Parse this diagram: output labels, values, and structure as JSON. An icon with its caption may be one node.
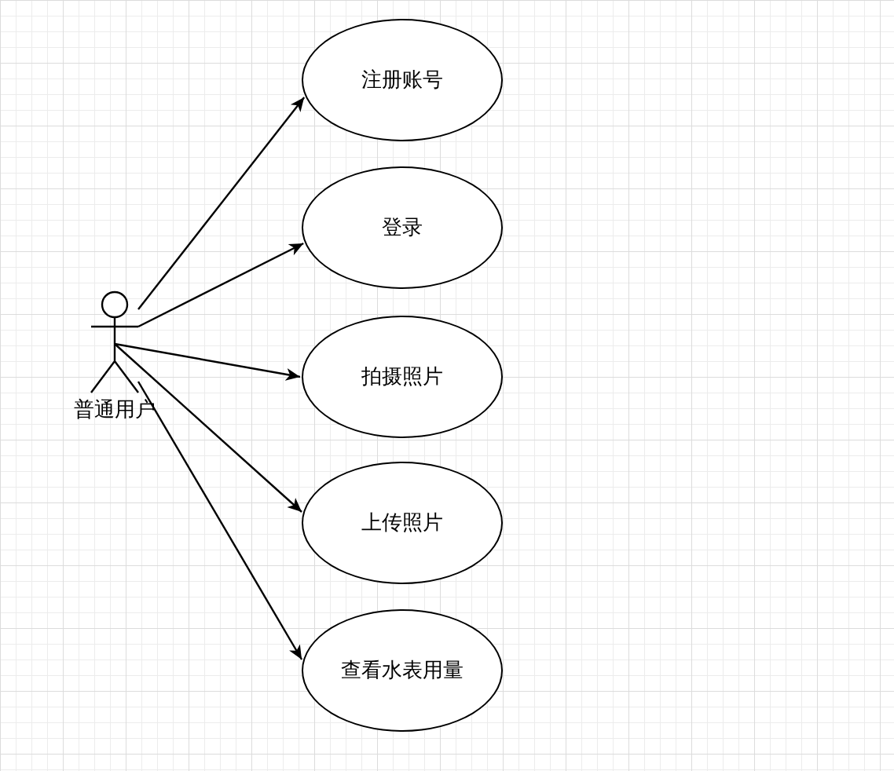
{
  "diagram": {
    "nodes": [
      {
        "text": [
          "普通用户"
        ]
      },
      {
        "text": [
          "注册账号"
        ]
      },
      {
        "text": [
          "登录"
        ]
      },
      {
        "text": [
          "拍摄照片"
        ]
      },
      {
        "text": [
          "上传照片"
        ]
      },
      {
        "text": [
          "查看水表用量"
        ]
      }
    ],
    "edges": [
      {
        "from": 0,
        "to": 1,
        "arrow": "to"
      },
      {
        "from": 0,
        "to": 2,
        "arrow": "to"
      },
      {
        "from": 0,
        "to": 3,
        "arrow": "to"
      },
      {
        "from": 0,
        "to": 4,
        "arrow": "to"
      },
      {
        "from": 0,
        "to": 5,
        "arrow": "to"
      }
    ]
  }
}
